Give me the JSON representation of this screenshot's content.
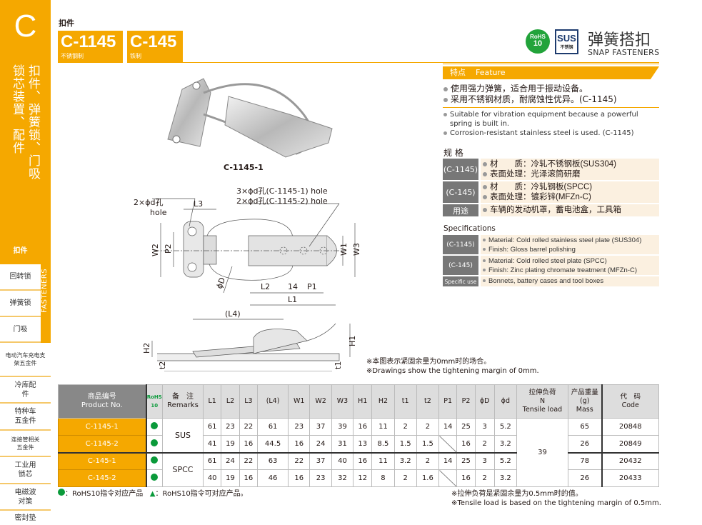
{
  "sidebar": {
    "letter": "C",
    "category_col1": "扣件、弹簧锁、门吸",
    "category_col2": "锁芯装置、配件",
    "fasteners_label": "FASTENERS",
    "items": [
      {
        "label": "扣件",
        "active": true
      },
      {
        "label": "回转锁"
      },
      {
        "label": "弹簧锁"
      },
      {
        "label": "门吸"
      },
      {
        "label": "电动汽车充电支架五金件"
      },
      {
        "label": "冷库配件"
      },
      {
        "label": "特种车五金件"
      },
      {
        "label": "连接管相关五金件"
      },
      {
        "label": "工业用锁芯"
      },
      {
        "label": "电磁波对策"
      },
      {
        "label": "密封垫"
      }
    ]
  },
  "header": {
    "category": "扣件",
    "badges": [
      {
        "code": "C-1145",
        "sub": "不锈钢制"
      },
      {
        "code": "C-145",
        "sub": "铁制"
      }
    ],
    "rohs_top": "RoHS",
    "rohs_bottom": "10",
    "sus_top": "SUS",
    "sus_bottom": "不锈钢",
    "title_cn": "弹簧搭扣",
    "title_en": "SNAP FASTENERS",
    "accent": "#F5A800"
  },
  "feature": {
    "label_cn": "特点",
    "label_en": "Feature",
    "cn": [
      "使用强力弹簧，适合用于振动设备。",
      "采用不锈钢材质，耐腐蚀性优异。(C-1145)"
    ],
    "en": [
      "Suitable for vibration equipment because a powerful spring is built in.",
      "Corrosion-resistant stainless steel is used. (C-1145)"
    ]
  },
  "spec_cn": {
    "title": "规 格",
    "rows": [
      {
        "tag": "(C-1145)",
        "lines": [
          "材　　质：冷轧不锈钢板(SUS304)",
          "表面处理：光泽滚筒研磨"
        ]
      },
      {
        "tag": "(C-145)",
        "lines": [
          "材　　质：冷轧钢板(SPCC)",
          "表面处理：镀彩锌(MFZn-C)"
        ]
      },
      {
        "tag": "用途",
        "lines": [
          "车辆的发动机罩，蓄电池盒，工具箱"
        ]
      }
    ]
  },
  "spec_en": {
    "title": "Specifications",
    "rows": [
      {
        "tag": "(C-1145)",
        "lines": [
          "Material: Cold rolled stainless steel plate (SUS304)",
          "Finish: Gloss barrel polishing"
        ]
      },
      {
        "tag": "(C-145)",
        "lines": [
          "Material: Cold rolled steel plate (SPCC)",
          "Finish: Zinc plating chromate treatment (MFZn-C)"
        ]
      },
      {
        "tag": "Specific use",
        "lines": [
          "Bonnets, battery cases and tool boxes"
        ]
      }
    ]
  },
  "photo_caption": "C-1145-1",
  "drawing": {
    "hole_left": "2×ϕd孔",
    "hole_left_en": "hole",
    "hole_right_1": "3×ϕd孔(C-1145-1) hole",
    "hole_right_2": "2×ϕd孔(C-1145-2) hole",
    "L1": "L1",
    "L2": "L2",
    "L3": "L3",
    "L4": "(L4)",
    "pitch": "14",
    "P1": "P1",
    "P2": "P2",
    "W1": "W1",
    "W2": "W2",
    "W3": "W3",
    "H1": "H1",
    "H2": "H2",
    "t1": "t1",
    "t2": "t2",
    "phiD": "ϕD"
  },
  "drawing_note": [
    "※本图表示紧固余量为0mm时的场合。",
    "※Drawings show the tightening margin of 0mm."
  ],
  "table": {
    "headers": {
      "product_cn": "商品编号",
      "product_en": "Product No.",
      "rohs": "RoHS 10",
      "remarks_cn": "备　注",
      "remarks_en": "Remarks",
      "dims": [
        "L1",
        "L2",
        "L3",
        "(L4)",
        "W1",
        "W2",
        "W3",
        "H1",
        "H2",
        "t1",
        "t2",
        "P1",
        "P2",
        "ϕD",
        "ϕd"
      ],
      "tensile_cn": "拉伸负荷",
      "tensile_unit": "N",
      "tensile_en": "Tensile load",
      "mass_cn": "产品重量",
      "mass_unit": "(g)",
      "mass_en": "Mass",
      "code_cn": "代　码",
      "code_en": "Code"
    },
    "rows": [
      {
        "product": "C-1145-1",
        "rohs": "●",
        "remarks": "SUS",
        "dims": [
          "61",
          "23",
          "22",
          "61",
          "23",
          "37",
          "39",
          "16",
          "11",
          "2",
          "2",
          "14",
          "25",
          "3",
          "5.2"
        ],
        "mass": "65",
        "code": "20848"
      },
      {
        "product": "C-1145-2",
        "rohs": "●",
        "remarks": "SUS",
        "dims": [
          "41",
          "19",
          "16",
          "44.5",
          "16",
          "24",
          "31",
          "13",
          "8.5",
          "1.5",
          "1.5",
          "",
          "16",
          "2",
          "3.2"
        ],
        "mass": "26",
        "code": "20849"
      },
      {
        "product": "C-145-1",
        "rohs": "●",
        "remarks": "SPCC",
        "dims": [
          "61",
          "24",
          "22",
          "63",
          "22",
          "37",
          "40",
          "16",
          "11",
          "3.2",
          "2",
          "14",
          "25",
          "3",
          "5.2"
        ],
        "mass": "78",
        "code": "20432"
      },
      {
        "product": "C-145-2",
        "rohs": "●",
        "remarks": "SPCC",
        "dims": [
          "40",
          "19",
          "16",
          "46",
          "16",
          "23",
          "32",
          "12",
          "8",
          "2",
          "1.6",
          "",
          "16",
          "2",
          "3.2"
        ],
        "mass": "26",
        "code": "20433"
      }
    ],
    "tensile": "39"
  },
  "legend": {
    "circle": "：RoHS10指令对应产品",
    "triangle": "：RoHS10指令可对应产品。"
  },
  "tensile_note": [
    "※拉伸负荷是紧固余量为0.5mm时的值。",
    "※Tensile load is based on the tightening margin of 0.5mm."
  ]
}
